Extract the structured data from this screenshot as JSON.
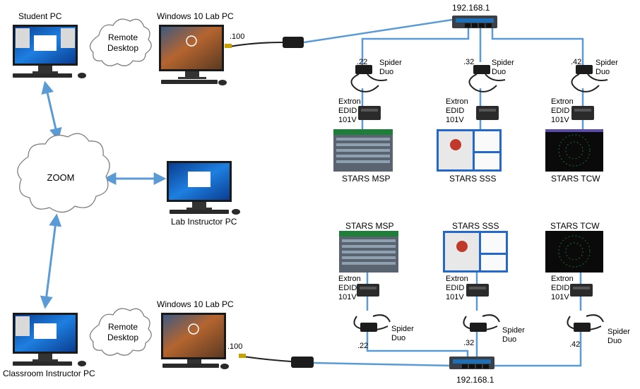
{
  "labels": {
    "student_pc": "Student PC",
    "win10_top": "Windows 10 Lab PC",
    "win10_bottom": "Windows 10 Lab PC",
    "remote_desktop_top": [
      "Remote",
      "Desktop"
    ],
    "remote_desktop_bottom": [
      "Remote",
      "Desktop"
    ],
    "zoom": "ZOOM",
    "lab_instructor_pc": "Lab Instructor PC",
    "classroom_instructor_pc": "Classroom Instructor PC",
    "switch_top_ip": "192.168.1",
    "switch_bottom_ip": "192.168.1",
    "pc_top_ip": ".100",
    "pc_bottom_ip": ".100"
  },
  "top_row": [
    {
      "ip": ".22",
      "spider": [
        "Spider",
        "Duo"
      ],
      "extron": [
        "Extron",
        "EDID",
        "101V"
      ],
      "screen": "STARS MSP"
    },
    {
      "ip": ".32",
      "spider": [
        "Spider",
        "Duo"
      ],
      "extron": [
        "Extron",
        "EDID",
        "101V"
      ],
      "screen": "STARS SSS"
    },
    {
      "ip": ".42",
      "spider": [
        "Spider",
        "Duo"
      ],
      "extron": [
        "Extron",
        "EDID",
        "101V"
      ],
      "screen": "STARS TCW"
    }
  ],
  "bottom_row": [
    {
      "ip": ".22",
      "spider": [
        "Spider",
        "Duo"
      ],
      "extron": [
        "Extron",
        "EDID",
        "101V"
      ],
      "screen": "STARS MSP"
    },
    {
      "ip": ".32",
      "spider": [
        "Spider",
        "Duo"
      ],
      "extron": [
        "Extron",
        "EDID",
        "101V"
      ],
      "screen": "STARS SSS"
    },
    {
      "ip": ".42",
      "spider": [
        "Spider",
        "Duo"
      ],
      "extron": [
        "Extron",
        "EDID",
        "101V"
      ],
      "screen": "STARS TCW"
    }
  ],
  "colors": {
    "link": "#5b9bd5",
    "arrow": "#5b9bd5",
    "device": "#2b2b2b",
    "desktop_blue": "#1f6fd1"
  }
}
